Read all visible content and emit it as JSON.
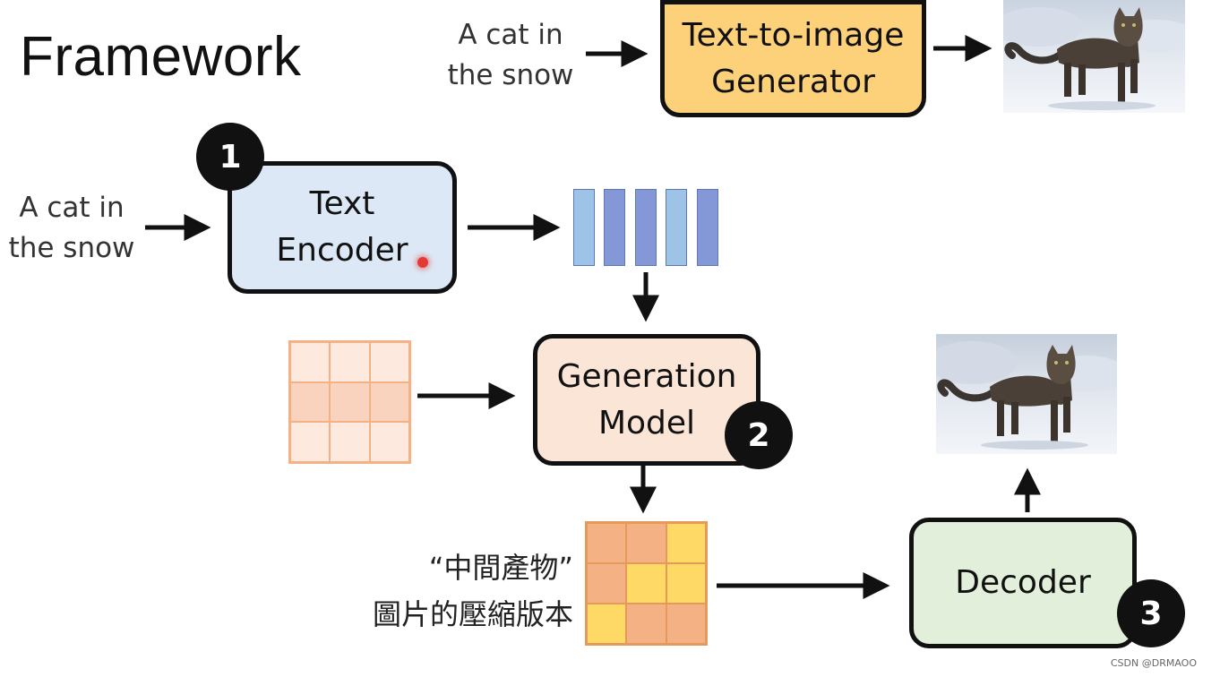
{
  "title": "Framework",
  "top": {
    "input_text_line1": "A cat in",
    "input_text_line2": "the snow",
    "generator_line1": "Text-to-image",
    "generator_line2": "Generator"
  },
  "encoder_step": {
    "badge": "1",
    "input_text_line1": "A cat in",
    "input_text_line2": "the snow",
    "box_line1": "Text",
    "box_line2": "Encoder"
  },
  "generation_step": {
    "badge": "2",
    "box_line1": "Generation",
    "box_line2": "Model"
  },
  "decoder_step": {
    "badge": "3",
    "box_label": "Decoder"
  },
  "intermediate_caption_line1": "“中間產物”",
  "intermediate_caption_line2": "圖片的壓縮版本",
  "footer_credit": "CSDN @DRMAOO",
  "colors": {
    "generator_fill": "#fdd07a",
    "encoder_fill": "#dce8f5",
    "generation_fill": "#fbe5d6",
    "decoder_fill": "#e2efda",
    "vector_light": "#9dc3e6",
    "vector_dark": "#8497d6",
    "noise_light": "#fce4d6",
    "noise_mid": "#f8cbad",
    "latent_orange": "#f4b183",
    "latent_yellow": "#ffd966"
  }
}
